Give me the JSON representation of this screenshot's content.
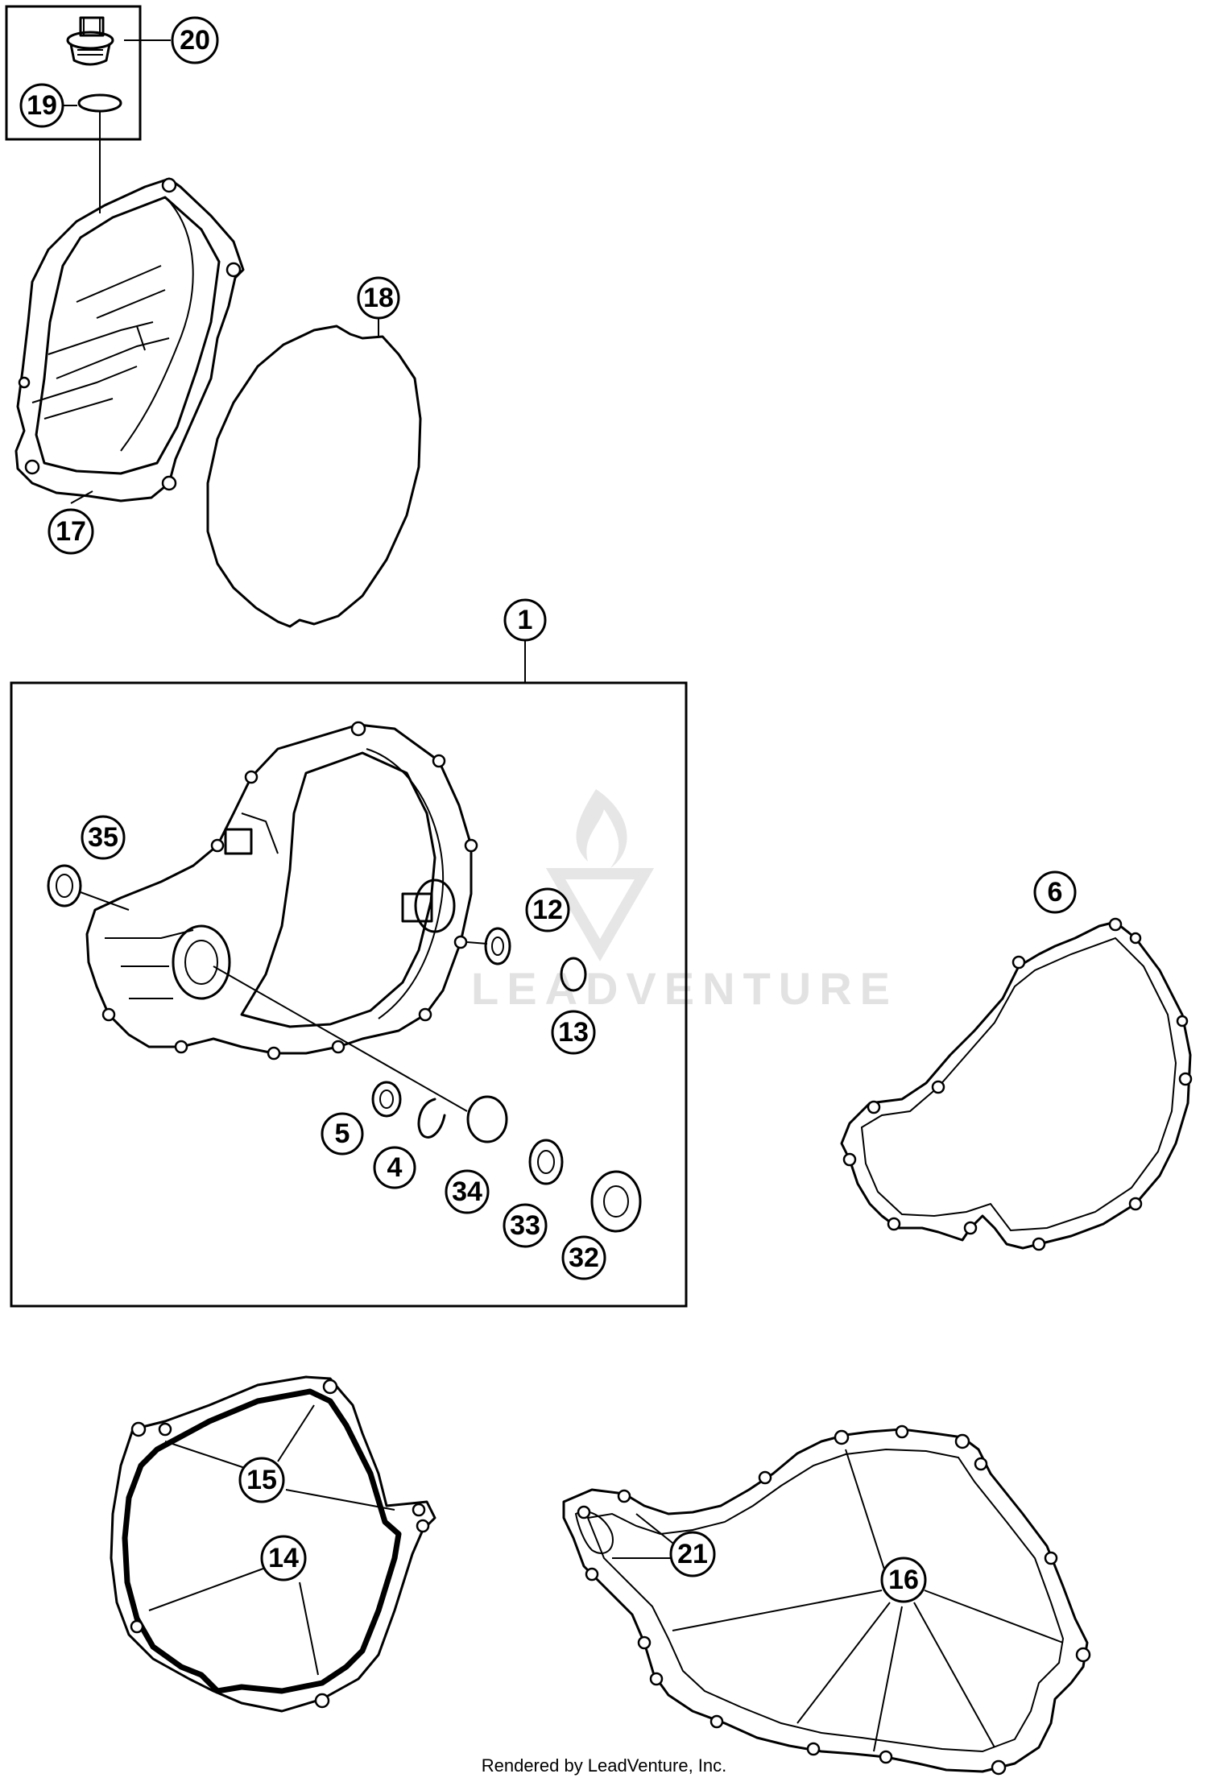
{
  "callouts": {
    "c1": "1",
    "c4": "4",
    "c5": "5",
    "c6": "6",
    "c12": "12",
    "c13": "13",
    "c14": "14",
    "c15": "15",
    "c16": "16",
    "c17": "17",
    "c18": "18",
    "c19": "19",
    "c20": "20",
    "c21": "21",
    "c32": "32",
    "c33": "33",
    "c34": "34",
    "c35": "35"
  },
  "watermark": {
    "text": "LEADVENTURE"
  },
  "credit": {
    "text": "Rendered by LeadVenture, Inc."
  },
  "colors": {
    "line": "#000000",
    "background": "#ffffff",
    "watermark": "#e2e2e2"
  }
}
